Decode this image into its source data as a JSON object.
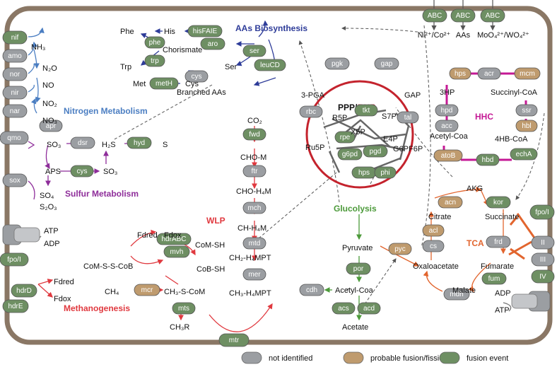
{
  "colors": {
    "membrane": "#8a7765",
    "not_identified": "#9b9ea2",
    "probable": "#bf9b6e",
    "fusion": "#6e8f63",
    "nitrogen": "#4b7ec2",
    "sulfur": "#8e2d9a",
    "wlp": "#e0393f",
    "ppp_ring": "#c4232d",
    "aa": "#2e3c99",
    "hhc": "#c51995",
    "tca": "#e2652e",
    "glycolysis": "#4c9a3a"
  },
  "titles": {
    "aa": "AAs Biosynthesis",
    "nitrogen": "Nitrogen Metabolism",
    "sulfur": "Sulfur Metabolism",
    "wlp": "WLP",
    "ppp_a": "PPP/",
    "ppp_b": "RHP",
    "hhc": "HHC",
    "glycolysis": "Glucolysis",
    "tca": "TCA",
    "methanogenesis": "Methanogenesis"
  },
  "transport": [
    {
      "protein": "ABC",
      "substrate": "Ni²⁺/Co²⁺"
    },
    {
      "protein": "ABC",
      "substrate": "AAs"
    },
    {
      "protein": "ABC",
      "substrate": "MoO₄²⁺/WO₄²⁺"
    }
  ],
  "membrane_proteins": {
    "left": [
      "nif",
      "amo",
      "nor",
      "nir",
      "nar",
      "qmo",
      "sox",
      "fpo/I",
      "hdrD",
      "hdrE"
    ],
    "right": [
      "fpo/I",
      "II",
      "III",
      "IV"
    ],
    "bottom": "mtr"
  },
  "nitrogen": {
    "species": [
      "NH₃",
      "N₂O",
      "NO",
      "NO₂",
      "NO₃"
    ]
  },
  "sulfur": {
    "proteins": [
      "apr",
      "dsr",
      "hyd",
      "cys"
    ],
    "species": [
      "SO₃",
      "H₂S",
      "S",
      "APS",
      "SO₃",
      "SO₄",
      "S₂O₃"
    ]
  },
  "aa": {
    "proteins": [
      "hisFAIE",
      "phe",
      "aro",
      "trp",
      "ser",
      "cys",
      "metH",
      "leuCD"
    ],
    "species": [
      "Phe",
      "His",
      "Chorismate",
      "Trp",
      "Ser",
      "Met",
      "Cys",
      "Branched AAs"
    ]
  },
  "wlp": {
    "proteins": [
      "fwd",
      "ftr",
      "mch",
      "mtd",
      "mer"
    ],
    "species": [
      "CO₂",
      "CHO-M",
      "CHO-H₄M",
      "CH-H₄M",
      "CH₂-H₄MPT",
      "CH₃-H₄MPT"
    ]
  },
  "methanogenesis": {
    "proteins": [
      "hdrABC",
      "mvh",
      "mcr",
      "mts"
    ],
    "species": [
      "Fdred",
      "Fdox",
      "CoM-SH",
      "CoM-S-S-CoB",
      "CoB-SH",
      "CH₄",
      "CH₃-S-CoM",
      "CH₃R",
      "Fdred",
      "Fdox"
    ]
  },
  "energy": {
    "species": [
      "ATP",
      "ADP",
      "ADP",
      "ATP"
    ]
  },
  "ppp": {
    "proteins": [
      "pgk",
      "gap",
      "rbc",
      "tkt",
      "tal",
      "rpe",
      "g6pd",
      "pgd",
      "hps",
      "phi"
    ],
    "species": [
      "3-PGA",
      "GAP",
      "R5P",
      "S7P",
      "X5P",
      "E4P",
      "Ru5P",
      "G6P",
      "F6P"
    ]
  },
  "hhc": {
    "proteins": [
      "hps",
      "acr",
      "mcm",
      "hpd",
      "ssr",
      "acc",
      "hbl",
      "atoB",
      "hbd",
      "echA"
    ],
    "species": [
      "3HP",
      "Succinyl-CoA",
      "Acetyl-Coa",
      "4HB-CoA"
    ]
  },
  "glycolysis": {
    "proteins": [
      "pyc",
      "por",
      "cdh",
      "acs",
      "acd"
    ],
    "species": [
      "Pyruvate",
      "Acetyl-Coa",
      "Acetate"
    ]
  },
  "tca": {
    "proteins": [
      "acn",
      "kor",
      "acl",
      "cs",
      "frd",
      "mdh",
      "fum"
    ],
    "species": [
      "AKG",
      "Citrate",
      "Succinate",
      "Oxaloacetate",
      "Fumarate",
      "Malate"
    ]
  },
  "legend": [
    {
      "key": "not_identified",
      "label": "not identified"
    },
    {
      "key": "probable",
      "label": "probable fusion/fission"
    },
    {
      "key": "fusion",
      "label": "fusion event"
    }
  ]
}
